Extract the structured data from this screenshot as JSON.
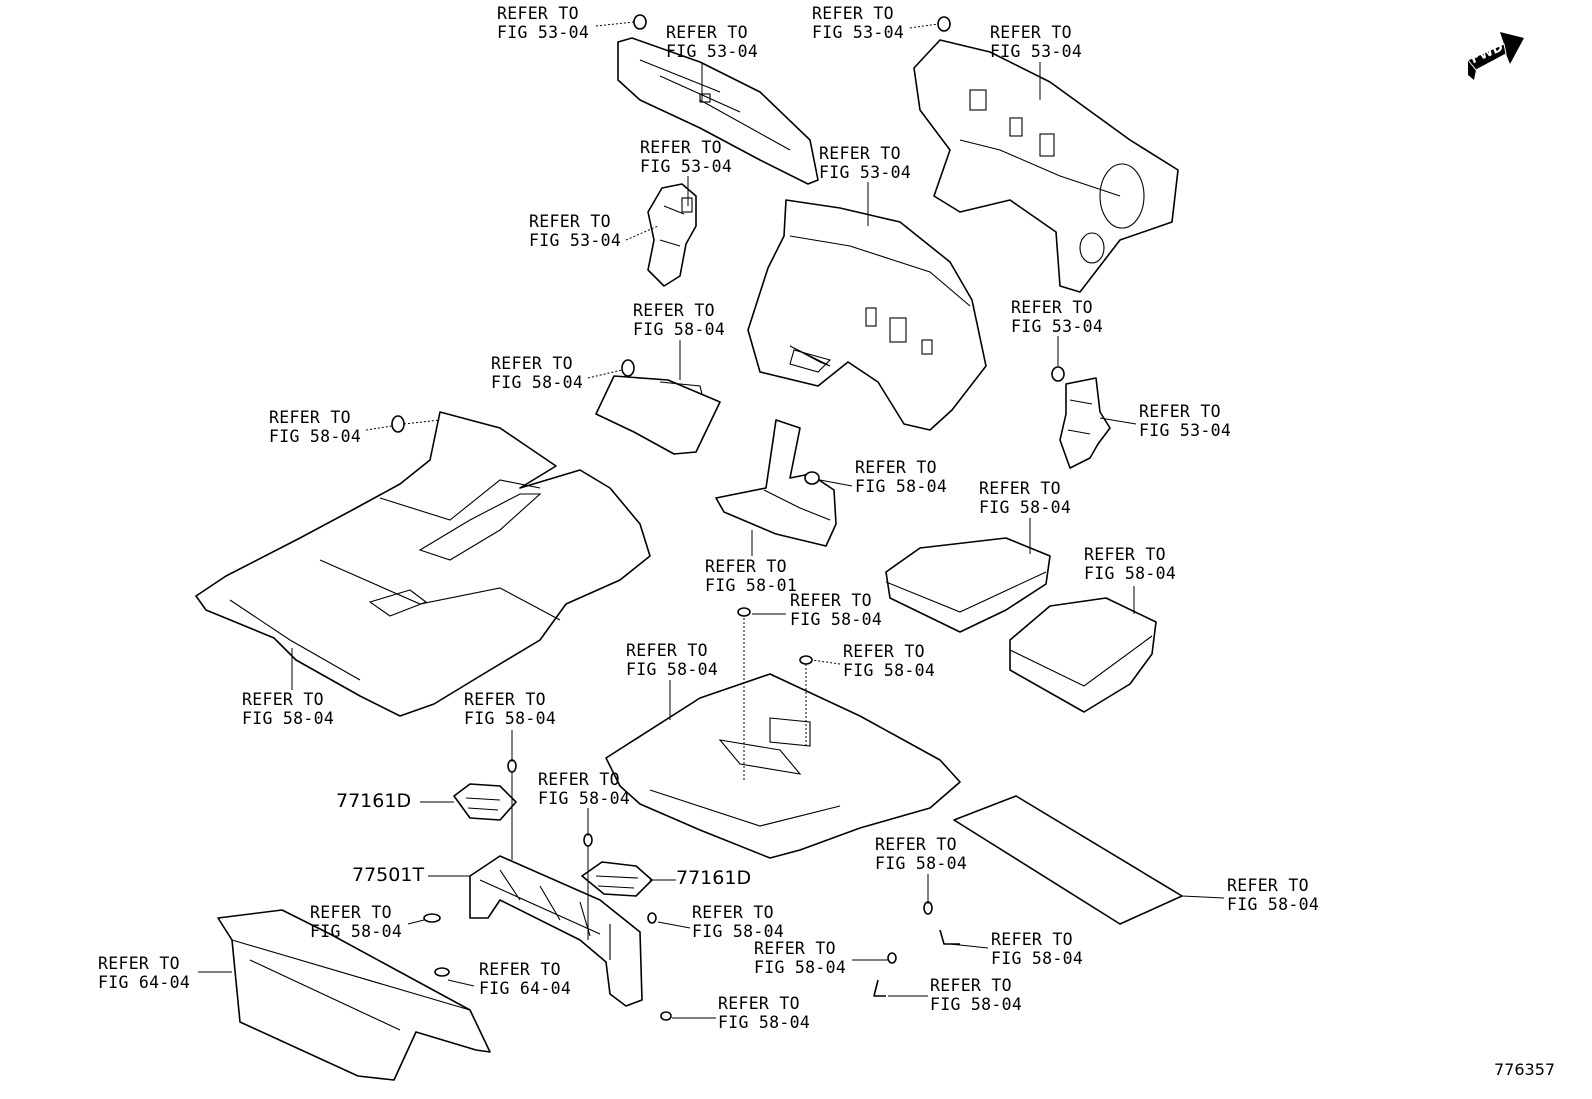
{
  "refs": [
    {
      "l1": "REFER TO",
      "l2": "FIG 53-04"
    },
    {
      "l1": "REFER TO",
      "l2": "FIG 53-04"
    },
    {
      "l1": "REFER TO",
      "l2": "FIG 53-04"
    },
    {
      "l1": "REFER TO",
      "l2": "FIG 53-04"
    },
    {
      "l1": "REFER TO",
      "l2": "FIG 53-04"
    },
    {
      "l1": "REFER TO",
      "l2": "FIG 53-04"
    },
    {
      "l1": "REFER TO",
      "l2": "FIG 53-04"
    },
    {
      "l1": "REFER TO",
      "l2": "FIG 58-04"
    },
    {
      "l1": "REFER TO",
      "l2": "FIG 58-04"
    },
    {
      "l1": "REFER TO",
      "l2": "FIG 58-04"
    },
    {
      "l1": "REFER TO",
      "l2": "FIG 53-04"
    },
    {
      "l1": "REFER TO",
      "l2": "FIG 53-04"
    },
    {
      "l1": "REFER TO",
      "l2": "FIG 58-04"
    },
    {
      "l1": "REFER TO",
      "l2": "FIG 58-04"
    },
    {
      "l1": "REFER TO",
      "l2": "FIG 58-01"
    },
    {
      "l1": "REFER TO",
      "l2": "FIG 58-04"
    },
    {
      "l1": "REFER TO",
      "l2": "FIG 58-04"
    },
    {
      "l1": "REFER TO",
      "l2": "FIG 58-04"
    },
    {
      "l1": "REFER TO",
      "l2": "FIG 58-04"
    },
    {
      "l1": "REFER TO",
      "l2": "FIG 58-04"
    },
    {
      "l1": "REFER TO",
      "l2": "FIG 58-04"
    },
    {
      "l1": "REFER TO",
      "l2": "FIG 58-04"
    },
    {
      "l1": "REFER TO",
      "l2": "FIG 58-04"
    },
    {
      "l1": "REFER TO",
      "l2": "FIG 58-04"
    },
    {
      "l1": "REFER TO",
      "l2": "FIG 58-04"
    },
    {
      "l1": "REFER TO",
      "l2": "FIG 64-04"
    },
    {
      "l1": "REFER TO",
      "l2": "FIG 64-04"
    },
    {
      "l1": "REFER TO",
      "l2": "FIG 58-04"
    },
    {
      "l1": "REFER TO",
      "l2": "FIG 58-04"
    },
    {
      "l1": "REFER TO",
      "l2": "FIG 58-04"
    },
    {
      "l1": "REFER TO",
      "l2": "FIG 58-04"
    },
    {
      "l1": "REFER TO",
      "l2": "FIG 58-04"
    }
  ],
  "part_numbers": {
    "tray_left": "77161D",
    "tray_right": "77161D",
    "bracket": "77501T"
  },
  "fwd_label": "FWD",
  "image_id": "776357"
}
